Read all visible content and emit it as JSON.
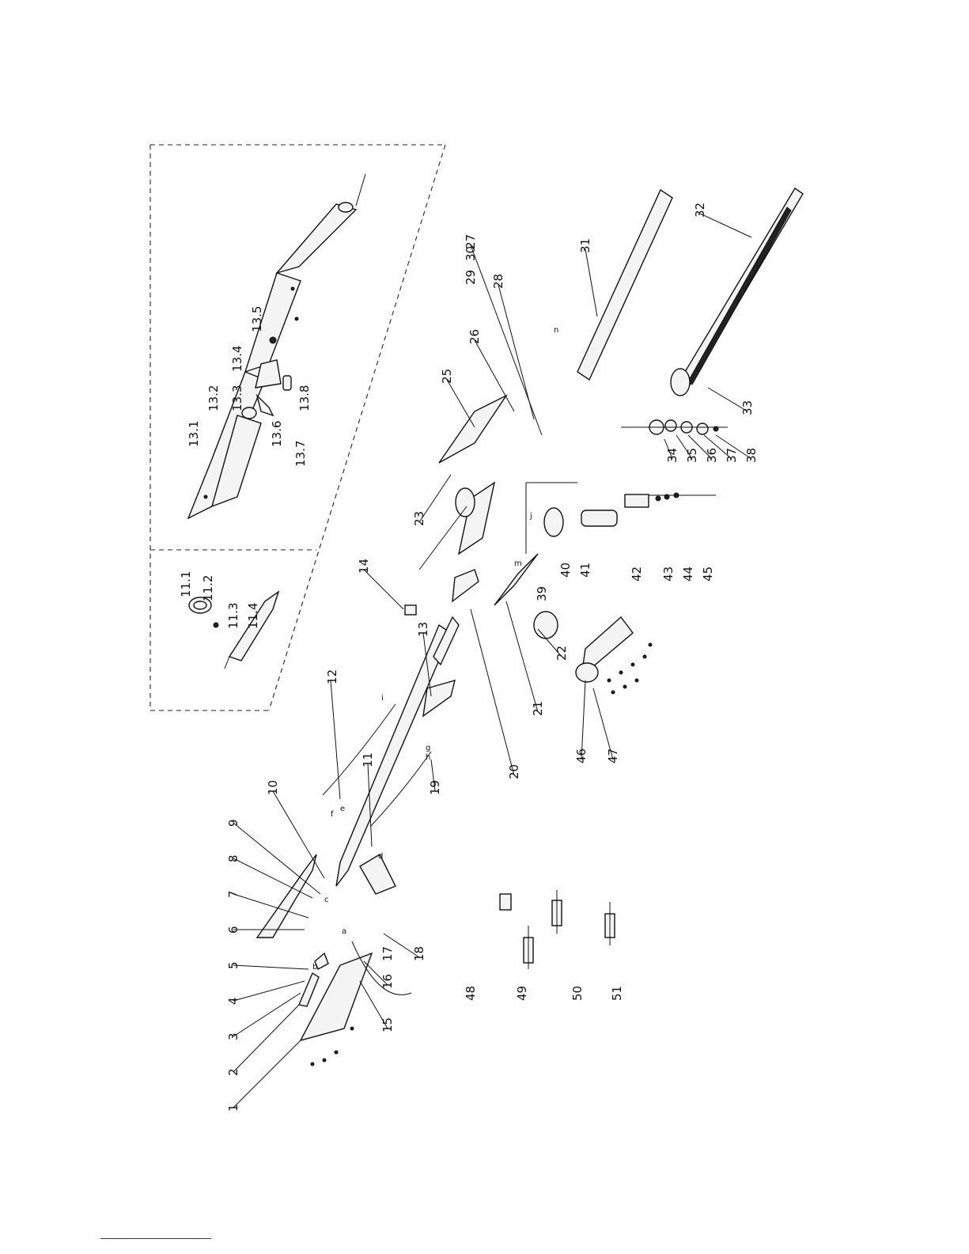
{
  "diagram": {
    "labels": {
      "l1": "1",
      "l2": "2",
      "l3": "3",
      "l4": "4",
      "l5": "5",
      "l6": "6",
      "l7": "7",
      "l8": "8",
      "l9": "9",
      "l10": "10",
      "l11": "11",
      "l12": "12",
      "l13": "13",
      "l14": "14",
      "l15": "15",
      "l16": "16",
      "l17": "17",
      "l18": "18",
      "l19": "19",
      "l20": "20",
      "l21": "21",
      "l22": "22",
      "l23": "23",
      "l25": "25",
      "l26": "26",
      "l27": "27",
      "l28": "28",
      "l29": "29",
      "l30": "30",
      "l31": "31",
      "l32": "32",
      "l33": "33",
      "l34": "34",
      "l35": "35",
      "l36": "36",
      "l37": "37",
      "l38": "38",
      "l39": "39",
      "l40": "40",
      "l41": "41",
      "l42": "42",
      "l43": "43",
      "l44": "44",
      "l45": "45",
      "l46": "46",
      "l47": "47",
      "l48": "48",
      "l49": "49",
      "l50": "50",
      "l51": "51",
      "l11_1": "11.1",
      "l11_2": "11.2",
      "l11_3": "11.3",
      "l11_4": "11.4",
      "l13_1": "13.1",
      "l13_2": "13.2",
      "l13_3": "13.3",
      "l13_4": "13.4",
      "l13_5": "13.5",
      "l13_6": "13.6",
      "l13_7": "13.7",
      "l13_8": "13.8"
    },
    "letters": {
      "a": "a",
      "b": "b",
      "c": "c",
      "d": "d",
      "e": "e",
      "f": "f",
      "g": "g",
      "h": "h",
      "i": "i",
      "j": "j",
      "m": "m",
      "n": "n"
    }
  }
}
